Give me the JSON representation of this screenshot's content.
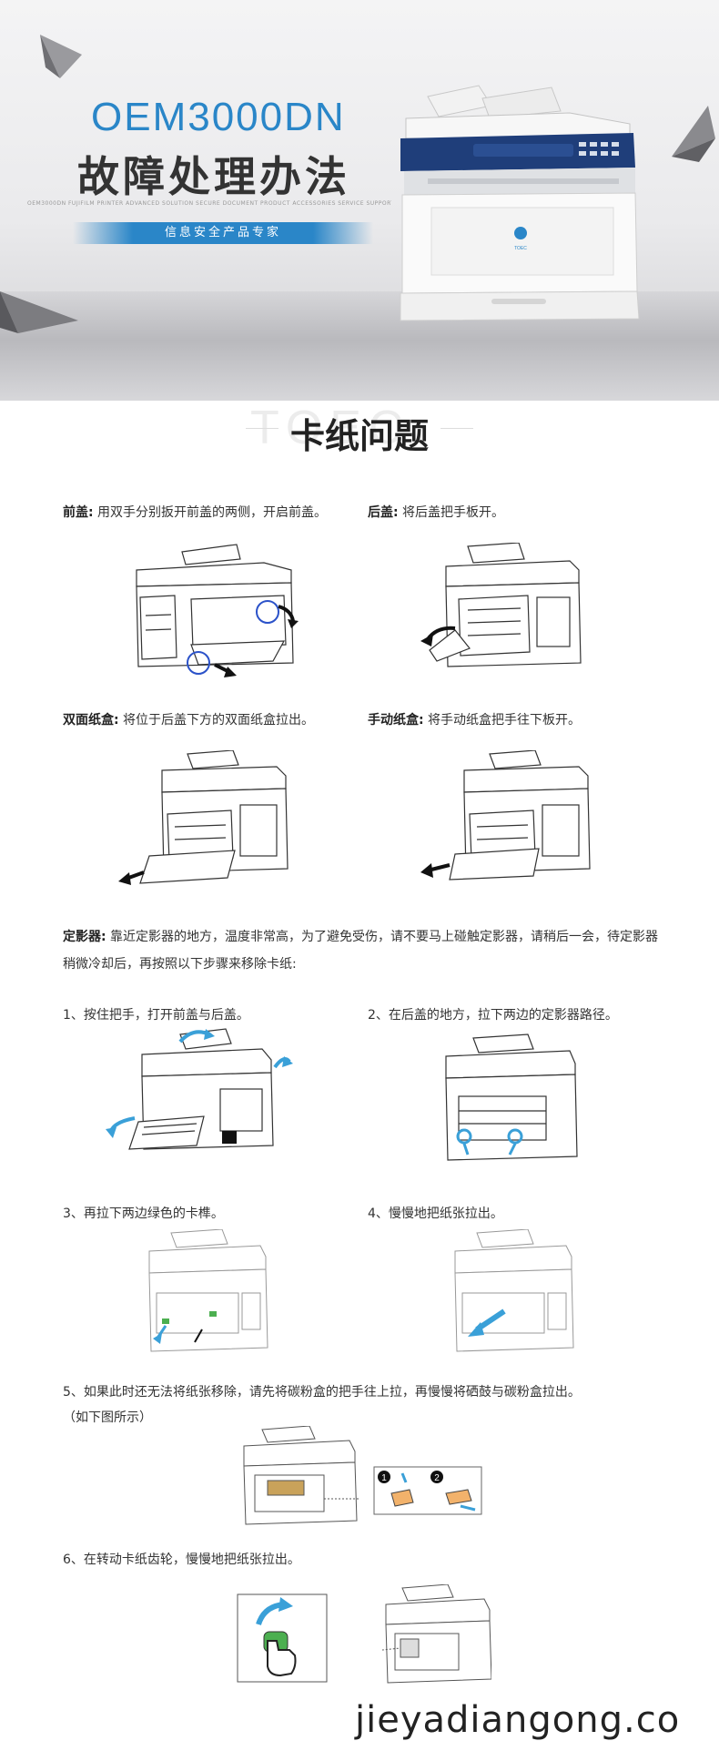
{
  "banner": {
    "title_en": "OEM3000DN",
    "title_cn": "故障处理办法",
    "tiny_text": "OEM3000DN FUJIFILM PRINTER ADVANCED SOLUTION SECURE DOCUMENT PRODUCT ACCESSORIES SERVICE SUPPORT",
    "tagline": "信息安全产品专家",
    "logo_text": "TOEC"
  },
  "section": {
    "title": "卡纸问题",
    "ghost": "TOEC"
  },
  "paragraphs": {
    "front_label": "前盖:",
    "front_text": " 用双手分别扳开前盖的两侧，开启前盖。",
    "back_label": "后盖:",
    "back_text": " 将后盖把手板开。",
    "duplex_label": "双面纸盒:",
    "duplex_text": " 将位于后盖下方的双面纸盒拉出。",
    "manual_label": "手动纸盒:",
    "manual_text": " 将手动纸盒把手往下板开。",
    "fuser_label": "定影器:",
    "fuser_text": " 靠近定影器的地方，温度非常高，为了避免受伤，请不要马上碰触定影器，请稍后一会，待定影器稍微冷却后，再按照以下步骤来移除卡纸:"
  },
  "steps": [
    "1、按住把手，打开前盖与后盖。",
    "2、在后盖的地方，拉下两边的定影器路径。",
    "3、再拉下两边绿色的卡榫。",
    "4、慢慢地把纸张拉出。",
    "5、如果此时还无法将纸张移除，请先将碳粉盒的把手往上拉，再慢慢将硒鼓与碳粉盒拉出。",
    "（如下图所示）",
    "6、在转动卡纸齿轮，慢慢地把纸张拉出。"
  ],
  "figure_labels": {
    "one": "1",
    "two": "2"
  },
  "watermark": "jieyadiangong.co",
  "colors": {
    "accent": "#2a86c8",
    "highlight": "#3aa0d8",
    "green": "#4caf50",
    "navy": "#1f3e7a"
  }
}
